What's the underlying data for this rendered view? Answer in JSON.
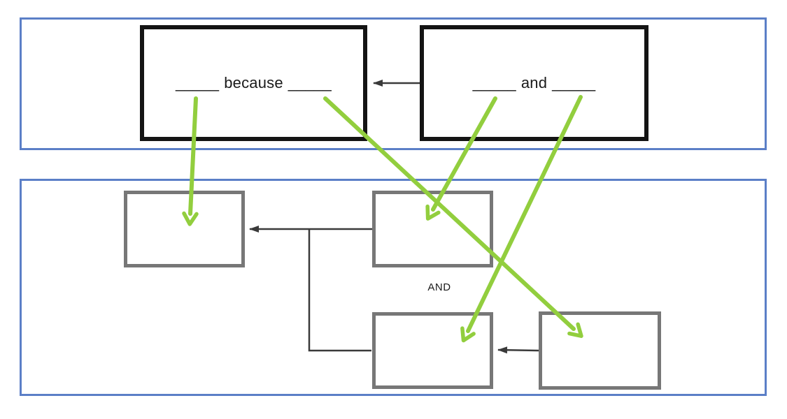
{
  "colors": {
    "panel_border": "#5B7FC7",
    "black_box_border": "#141414",
    "gray_box_border": "#777777",
    "green_arrow": "#92CE3E",
    "connector": "#3a3a3a",
    "text": "#1a1a1a"
  },
  "top_panel": {
    "conclusion_box": {
      "blank_left": "_____",
      "word": "because",
      "blank_right": "_____"
    },
    "premise_box": {
      "blank_left": "_____",
      "word": "and",
      "blank_right": "_____"
    }
  },
  "bottom_panel": {
    "and_label": "AND"
  }
}
